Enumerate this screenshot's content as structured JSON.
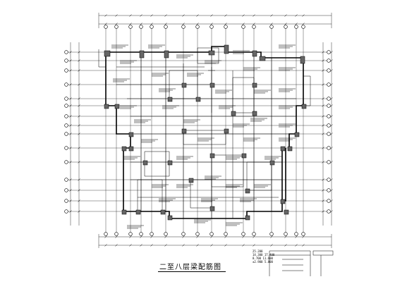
{
  "drawing": {
    "title": "二至八层梁配筋图",
    "legend_rows": [
      "25.200",
      "14.300  17.400",
      "8.700   11.600",
      "±2.900  5.800"
    ]
  }
}
